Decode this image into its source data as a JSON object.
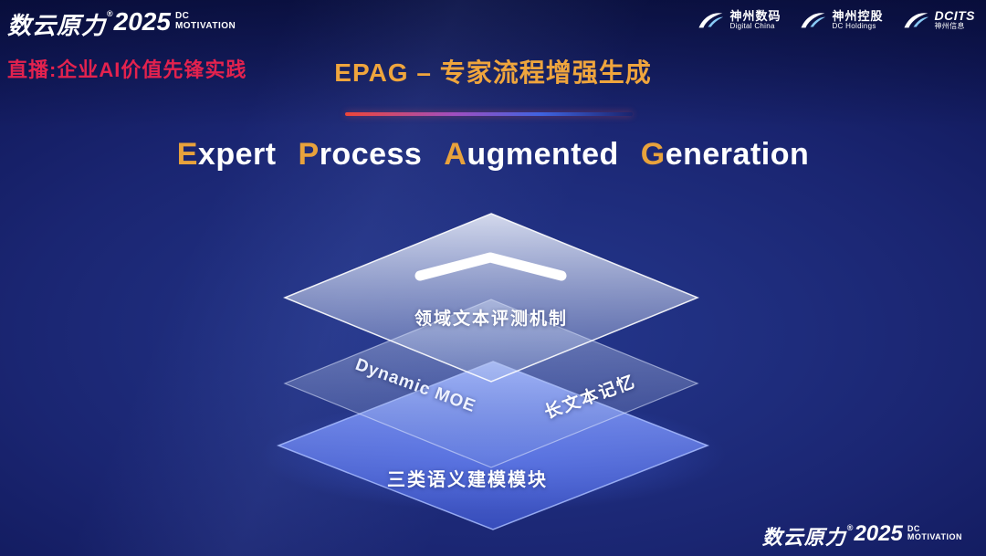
{
  "brand": {
    "name": "数云原力",
    "reg": "®",
    "year": "2025",
    "dc": "DC",
    "motivation": "MOTIVATION"
  },
  "header": {
    "live_label": "直播:企业AI价值先锋实践",
    "title": "EPAG – 专家流程增强生成",
    "logos": [
      {
        "line1": "神州数码",
        "line2": "Digital China"
      },
      {
        "line1": "神州控股",
        "line2": "DC Holdings"
      },
      {
        "line1": "DCITS",
        "line2": "神州信息"
      }
    ]
  },
  "main_title": {
    "words": [
      {
        "i": "E",
        "r": "xpert"
      },
      {
        "i": "P",
        "r": "rocess"
      },
      {
        "i": "A",
        "r": "ugmented"
      },
      {
        "i": "G",
        "r": "eneration"
      }
    ]
  },
  "diagram": {
    "layer1_label": "领域文本评测机制",
    "layer2_label_left": "Dynamic MOE",
    "layer2_label_right": "长文本记忆",
    "layer3_label": "三类语义建模模块"
  },
  "icons": {
    "chevron": "chevron-up",
    "partner_logo": "swoosh"
  },
  "colors": {
    "gold": "#EFA53D",
    "red": "#E3224E",
    "layer_blue": "#5B7AF0",
    "background": "#0D1452"
  }
}
